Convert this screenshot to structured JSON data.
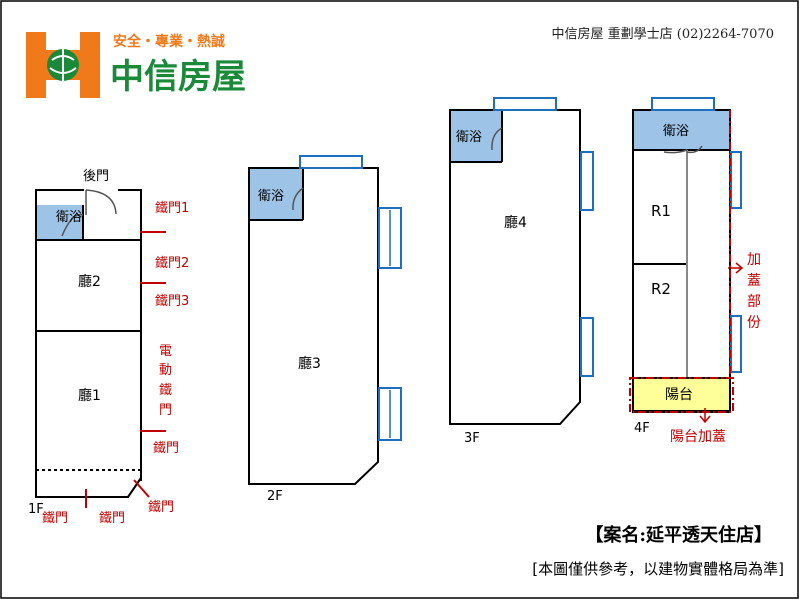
{
  "logo": {
    "slogan": "安全・專業・熱誠",
    "brand_name": "中信房屋",
    "colors": {
      "orange": "#F07A1A",
      "green": "#1A8A3A"
    }
  },
  "header": {
    "store_info": "中信房屋 重劃學士店 (02)2264-7070"
  },
  "floors": {
    "f1": {
      "label": "1F",
      "rooms": {
        "bath": "衛浴",
        "hall2": "廳2",
        "hall1": "廳1"
      },
      "back_door": "後門",
      "iron_doors": {
        "d1": "鐵門1",
        "d2": "鐵門2",
        "d3": "鐵門3",
        "electric": [
          "電",
          "動",
          "鐵",
          "門"
        ],
        "right_lower": "鐵門",
        "bottom_left": "鐵門",
        "bottom_mid": "鐵門",
        "bottom_corner": "鐵門"
      }
    },
    "f2": {
      "label": "2F",
      "rooms": {
        "bath": "衛浴",
        "hall3": "廳3"
      }
    },
    "f3": {
      "label": "3F",
      "rooms": {
        "bath": "衛浴",
        "hall4": "廳4"
      }
    },
    "f4": {
      "label": "4F",
      "rooms": {
        "bath": "衛浴",
        "r1": "R1",
        "r2": "R2",
        "balcony": "陽台"
      },
      "addition_part": [
        "加",
        "蓋",
        "部",
        "份"
      ],
      "balcony_addition": "陽台加蓋"
    }
  },
  "footer": {
    "case_name": "【案名:延平透天住店】",
    "disclaimer": "[本圖僅供參考，以建物實體格局為準]"
  },
  "colors": {
    "bath_fill": "#9DC3E6",
    "balcony_fill": "#FFFF99",
    "window_blue": "#1F6FBF",
    "annotation_red": "#C00000",
    "wall": "#000000"
  }
}
